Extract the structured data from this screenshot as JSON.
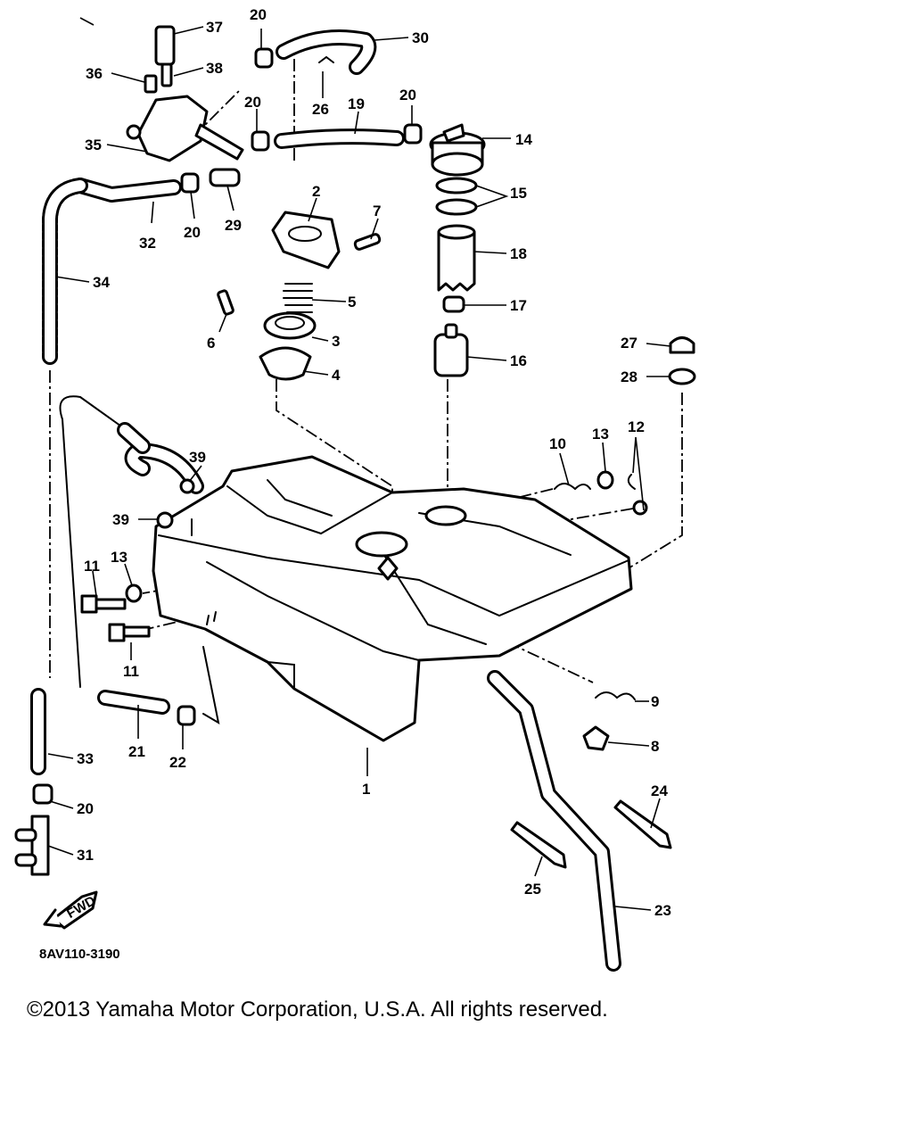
{
  "diagram": {
    "code": "8AV110-3190",
    "fwd_badge": "FWD",
    "labels": {
      "p1": "1",
      "p2": "2",
      "p3": "3",
      "p4": "4",
      "p5": "5",
      "p6": "6",
      "p7": "7",
      "p8": "8",
      "p9": "9",
      "p10": "10",
      "p11a": "11",
      "p11b": "11",
      "p12": "12",
      "p13a": "13",
      "p13b": "13",
      "p14": "14",
      "p15": "15",
      "p16": "16",
      "p17": "17",
      "p18": "18",
      "p19": "19",
      "p20a": "20",
      "p20b": "20",
      "p20c": "20",
      "p20d": "20",
      "p20e": "20",
      "p21": "21",
      "p22": "22",
      "p23": "23",
      "p24": "24",
      "p25": "25",
      "p26": "26",
      "p27": "27",
      "p28": "28",
      "p29": "29",
      "p30": "30",
      "p31": "31",
      "p32": "32",
      "p33": "33",
      "p34": "34",
      "p35": "35",
      "p36": "36",
      "p37": "37",
      "p38": "38",
      "p39a": "39",
      "p39b": "39"
    }
  },
  "footer": {
    "copyright": "©2013 Yamaha Motor Corporation, U.S.A. All rights reserved."
  }
}
